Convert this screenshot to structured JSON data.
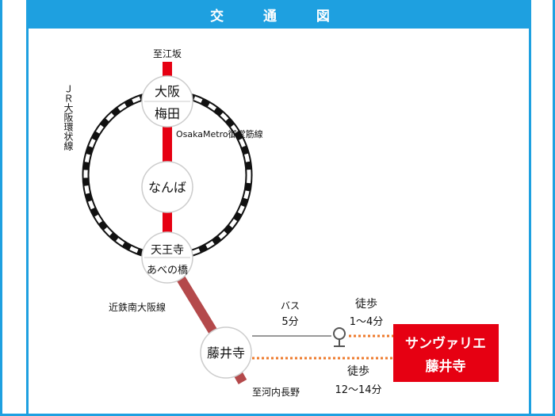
{
  "header": {
    "title": "交 通 図"
  },
  "colors": {
    "accent": "#1ea0e0",
    "metro_line": "#e60012",
    "kintetsu_line": "#b4494b",
    "destination_box": "#e60012",
    "walk_dots": "#ee7a2c"
  },
  "labels": {
    "to_esaka": "至江坂",
    "jr_loop": "ＪＲ大阪環状線",
    "metro_line": "OsakaMetro御堂筋線",
    "kintetsu": "近鉄南大阪線",
    "to_kawachinagano": "至河内長野",
    "bus": "バス",
    "bus_time": "5分",
    "walk1": "徒歩",
    "walk1_time": "1～4分",
    "walk2": "徒歩",
    "walk2_time": "12～14分"
  },
  "stations": {
    "umeda_line1": "大阪",
    "umeda_line2": "梅田",
    "namba": "なんば",
    "tennoji_line1": "天王寺",
    "tennoji_line2": "あべの橋",
    "fujiidera": "藤井寺"
  },
  "destination": {
    "line1": "サンヴァリエ",
    "line2": "藤井寺"
  },
  "icons": {
    "bus_stop": "bus-stop-icon"
  }
}
